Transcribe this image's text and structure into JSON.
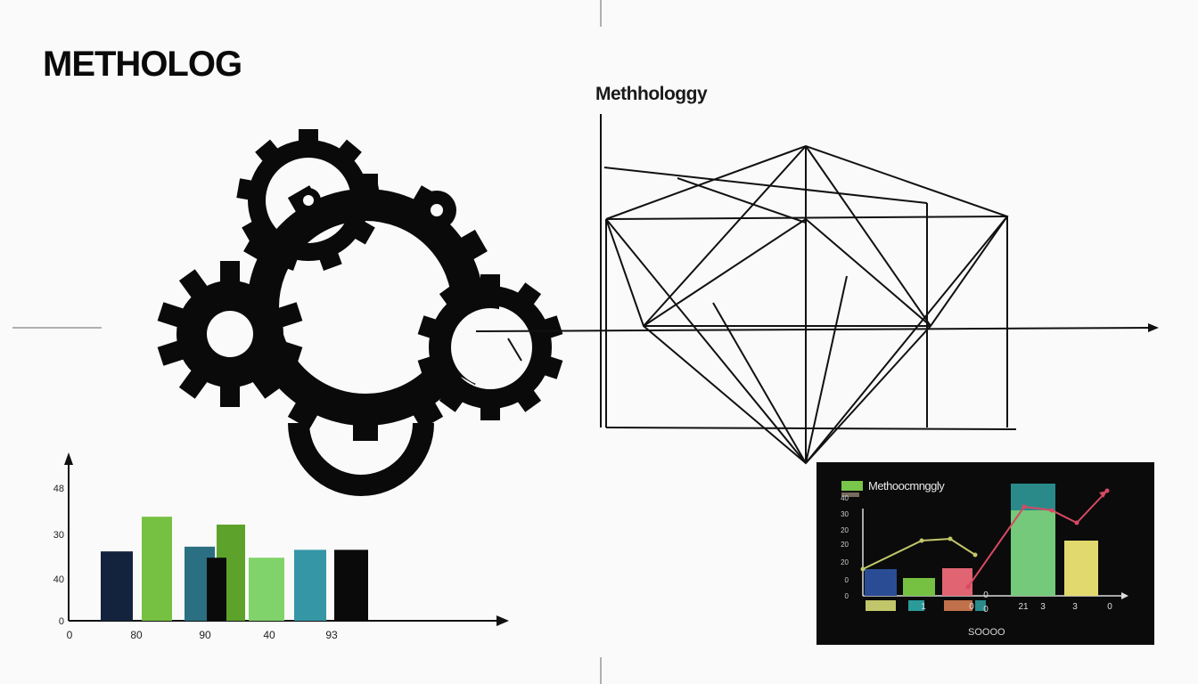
{
  "title": "METHOLOG",
  "diagram_label": "Methhologgy",
  "colors": {
    "background": "#fafafa",
    "ink": "#0a0a0a",
    "panel": "#0b0b0b"
  },
  "icons": [
    "gears-icon",
    "polyhedron-diagram",
    "arrow-icon"
  ],
  "chart_data": [
    {
      "type": "bar",
      "title": "",
      "ytick_labels": [
        "0",
        "40",
        "30",
        "48"
      ],
      "xtick_labels": [
        "0",
        "80",
        "90",
        "40",
        "93"
      ],
      "values": [
        44,
        66,
        47,
        61,
        40,
        45,
        45
      ],
      "value_label": "",
      "bar_colors": [
        "#14233d",
        "#76c142",
        "#2a6f82",
        "#5da22b",
        "#80d36a",
        "#3596a6",
        "#0a0a0a"
      ],
      "overlay_bar": {
        "value": 40,
        "color": "#0a0a0a"
      },
      "ylim": [
        0,
        100
      ],
      "grid": false
    },
    {
      "type": "bar",
      "title": "",
      "legend": [
        "Methoocmnggly"
      ],
      "legend_position": "top-left",
      "ytick_labels": [
        "0",
        "0",
        "20",
        "20",
        "20",
        "30",
        "40"
      ],
      "xtick_labels": [
        "1",
        "0",
        "0",
        "0",
        "21",
        "3",
        "3",
        "0"
      ],
      "xlabel": "SOOOO",
      "values": [
        30,
        20,
        31,
        125,
        62
      ],
      "bar_colors": [
        "#2a4c94",
        "#76c142",
        "#e06472",
        "#74c97a",
        "#e2d96e"
      ],
      "line_series": [
        {
          "color": "#c2c66a",
          "values": [
            30,
            62,
            64,
            46
          ]
        },
        {
          "color": "#d64a63",
          "values": [
            10,
            100,
            96,
            82,
            118
          ]
        }
      ],
      "ylim": [
        0,
        130
      ],
      "grid": false
    }
  ]
}
